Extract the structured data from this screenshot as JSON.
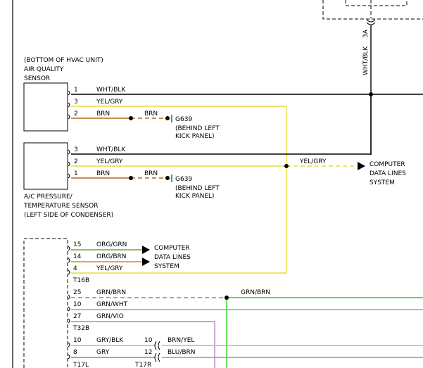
{
  "colors": {
    "wht_blk": "#000000",
    "yel_gry": "#e8dc3c",
    "brn": "#b06a1c",
    "org_grn": "#6aa82a",
    "org_brn": "#d98a1e",
    "grn_brn": "#2ecc1e",
    "grn_wht": "#5dd05d",
    "grn_vio": "#c080c0",
    "gry_blk": "#c6c624",
    "brn_yel": "#c6c624",
    "gry": "#888888",
    "blu_brn": "#7a9ac8"
  },
  "labels": {
    "top_pin_3a": "3A",
    "top_wire_label": "WHT/BLK",
    "aq_sensor_lines": [
      "(BOTTOM OF HVAC UNIT)",
      "AIR QUALITY",
      "SENSOR"
    ],
    "ac_sensor_lines": [
      "A/C PRESSURE/",
      "TEMPERATURE SENSOR",
      "(LEFT SIDE OF CONDENSER)"
    ],
    "ground_1": "G639",
    "ground_1_lines": [
      "(BEHIND LEFT",
      "KICK PANEL)"
    ],
    "ground_2": "G639",
    "ground_2_lines": [
      "(BEHIND LEFT",
      "KICK PANEL)"
    ],
    "computer_1_lines": [
      "COMPUTER",
      "DATA LINES",
      "SYSTEM"
    ],
    "computer_2_lines": [
      "COMPUTER",
      "DATA LINES",
      "SYSTEM"
    ],
    "yel_gry_out": "YEL/GRY",
    "grn_brn_out": "GRN/BRN",
    "connector_t16b": "T16B",
    "connector_t32b": "T32B",
    "connector_t17l": "T17L",
    "connector_t17r": "T17R"
  },
  "aq_pins": [
    {
      "num": "1",
      "wire": "WHT/BLK"
    },
    {
      "num": "3",
      "wire": "YEL/GRY"
    },
    {
      "num": "2",
      "wire": "BRN",
      "wire2": "BRN"
    }
  ],
  "ac_pins": [
    {
      "num": "3",
      "wire": "WHT/BLK"
    },
    {
      "num": "2",
      "wire": "YEL/GRY"
    },
    {
      "num": "1",
      "wire": "BRN",
      "wire2": "BRN"
    }
  ],
  "t16b_pins": [
    {
      "num": "15",
      "wire": "ORG/GRN"
    },
    {
      "num": "14",
      "wire": "ORG/BRN"
    },
    {
      "num": "4",
      "wire": "YEL/GRY"
    }
  ],
  "t32b_pins": [
    {
      "num": "25",
      "wire": "GRN/BRN"
    },
    {
      "num": "10",
      "wire": "GRN/WHT"
    },
    {
      "num": "27",
      "wire": "GRN/VIO"
    }
  ],
  "t17_pins": [
    {
      "num": "10",
      "wire": "GRY/BLK",
      "num_r": "10",
      "wire_r": "BRN/YEL"
    },
    {
      "num": "8",
      "wire": "GRY",
      "num_r": "12",
      "wire_r": "BLU/BRN"
    }
  ]
}
